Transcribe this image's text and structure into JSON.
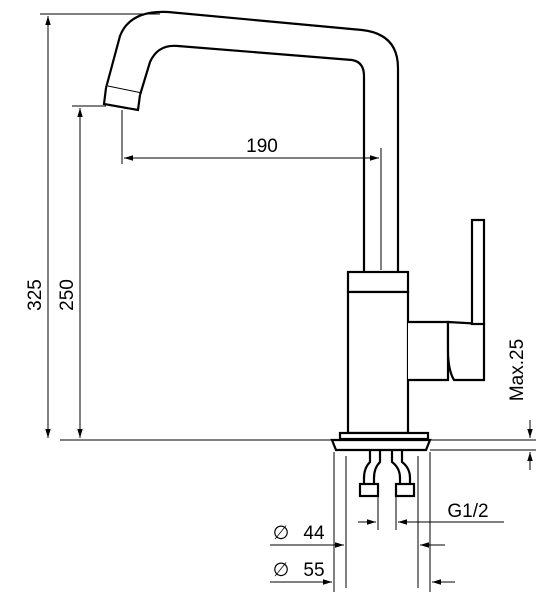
{
  "drawing": {
    "dimensions": {
      "spout_reach": "190",
      "total_height": "325",
      "spout_height": "250",
      "max_deck_thickness": "Max.25",
      "thread": "G1/2",
      "hole_diameter": "44",
      "base_diameter": "55"
    },
    "diameter_symbol": "∅"
  }
}
